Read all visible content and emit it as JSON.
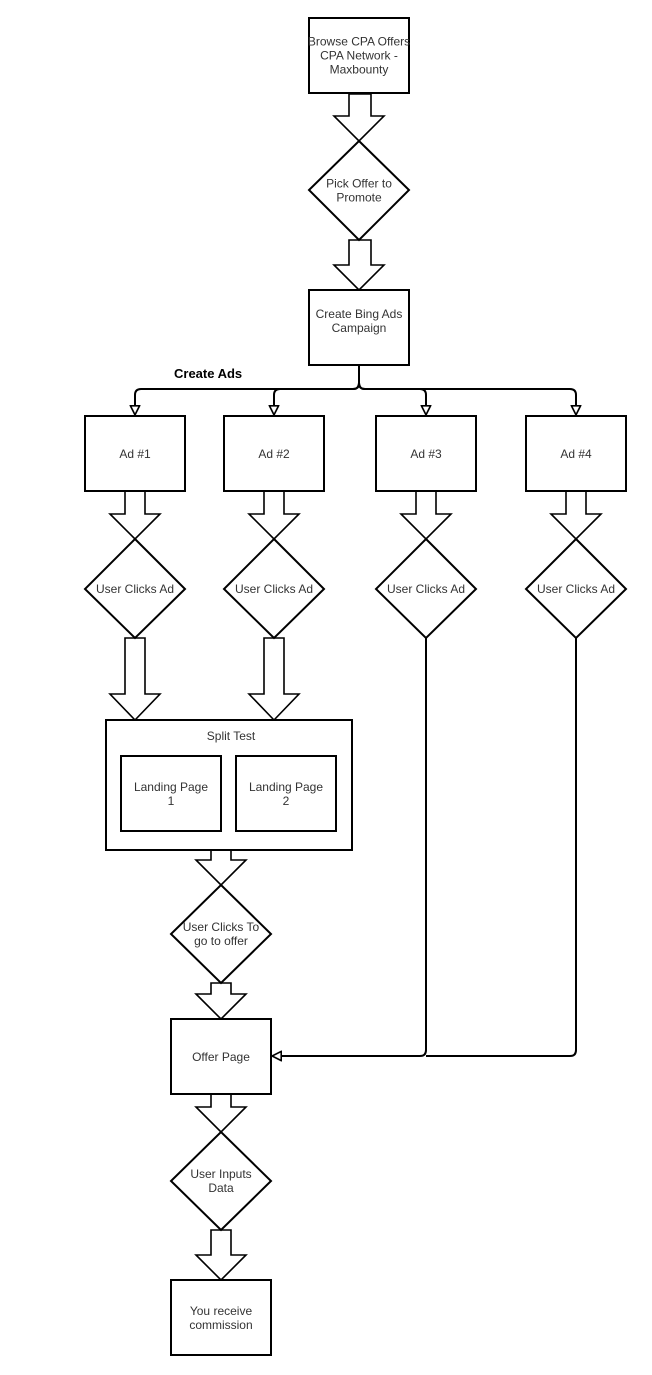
{
  "nodes": {
    "browse_offers": "Browse CPA Offers\nCPA Network - Maxbounty",
    "pick_offer": "Pick Offer to Promote",
    "create_campaign": "Create Bing Ads Campaign",
    "ad1": "Ad #1",
    "ad2": "Ad #2",
    "ad3": "Ad #3",
    "ad4": "Ad #4",
    "click1": "User Clicks Ad",
    "click2": "User Clicks Ad",
    "click3": "User Clicks Ad",
    "click4": "User Clicks Ad",
    "split_test": "Split Test",
    "landing1": "Landing Page 1",
    "landing2": "Landing Page 2",
    "clicks_offer": "User Clicks To go to offer",
    "offer_page": "Offer Page",
    "user_inputs": "User Inputs Data",
    "commission": "You receive commission"
  },
  "edges": {
    "create_ads_label": "Create Ads"
  }
}
